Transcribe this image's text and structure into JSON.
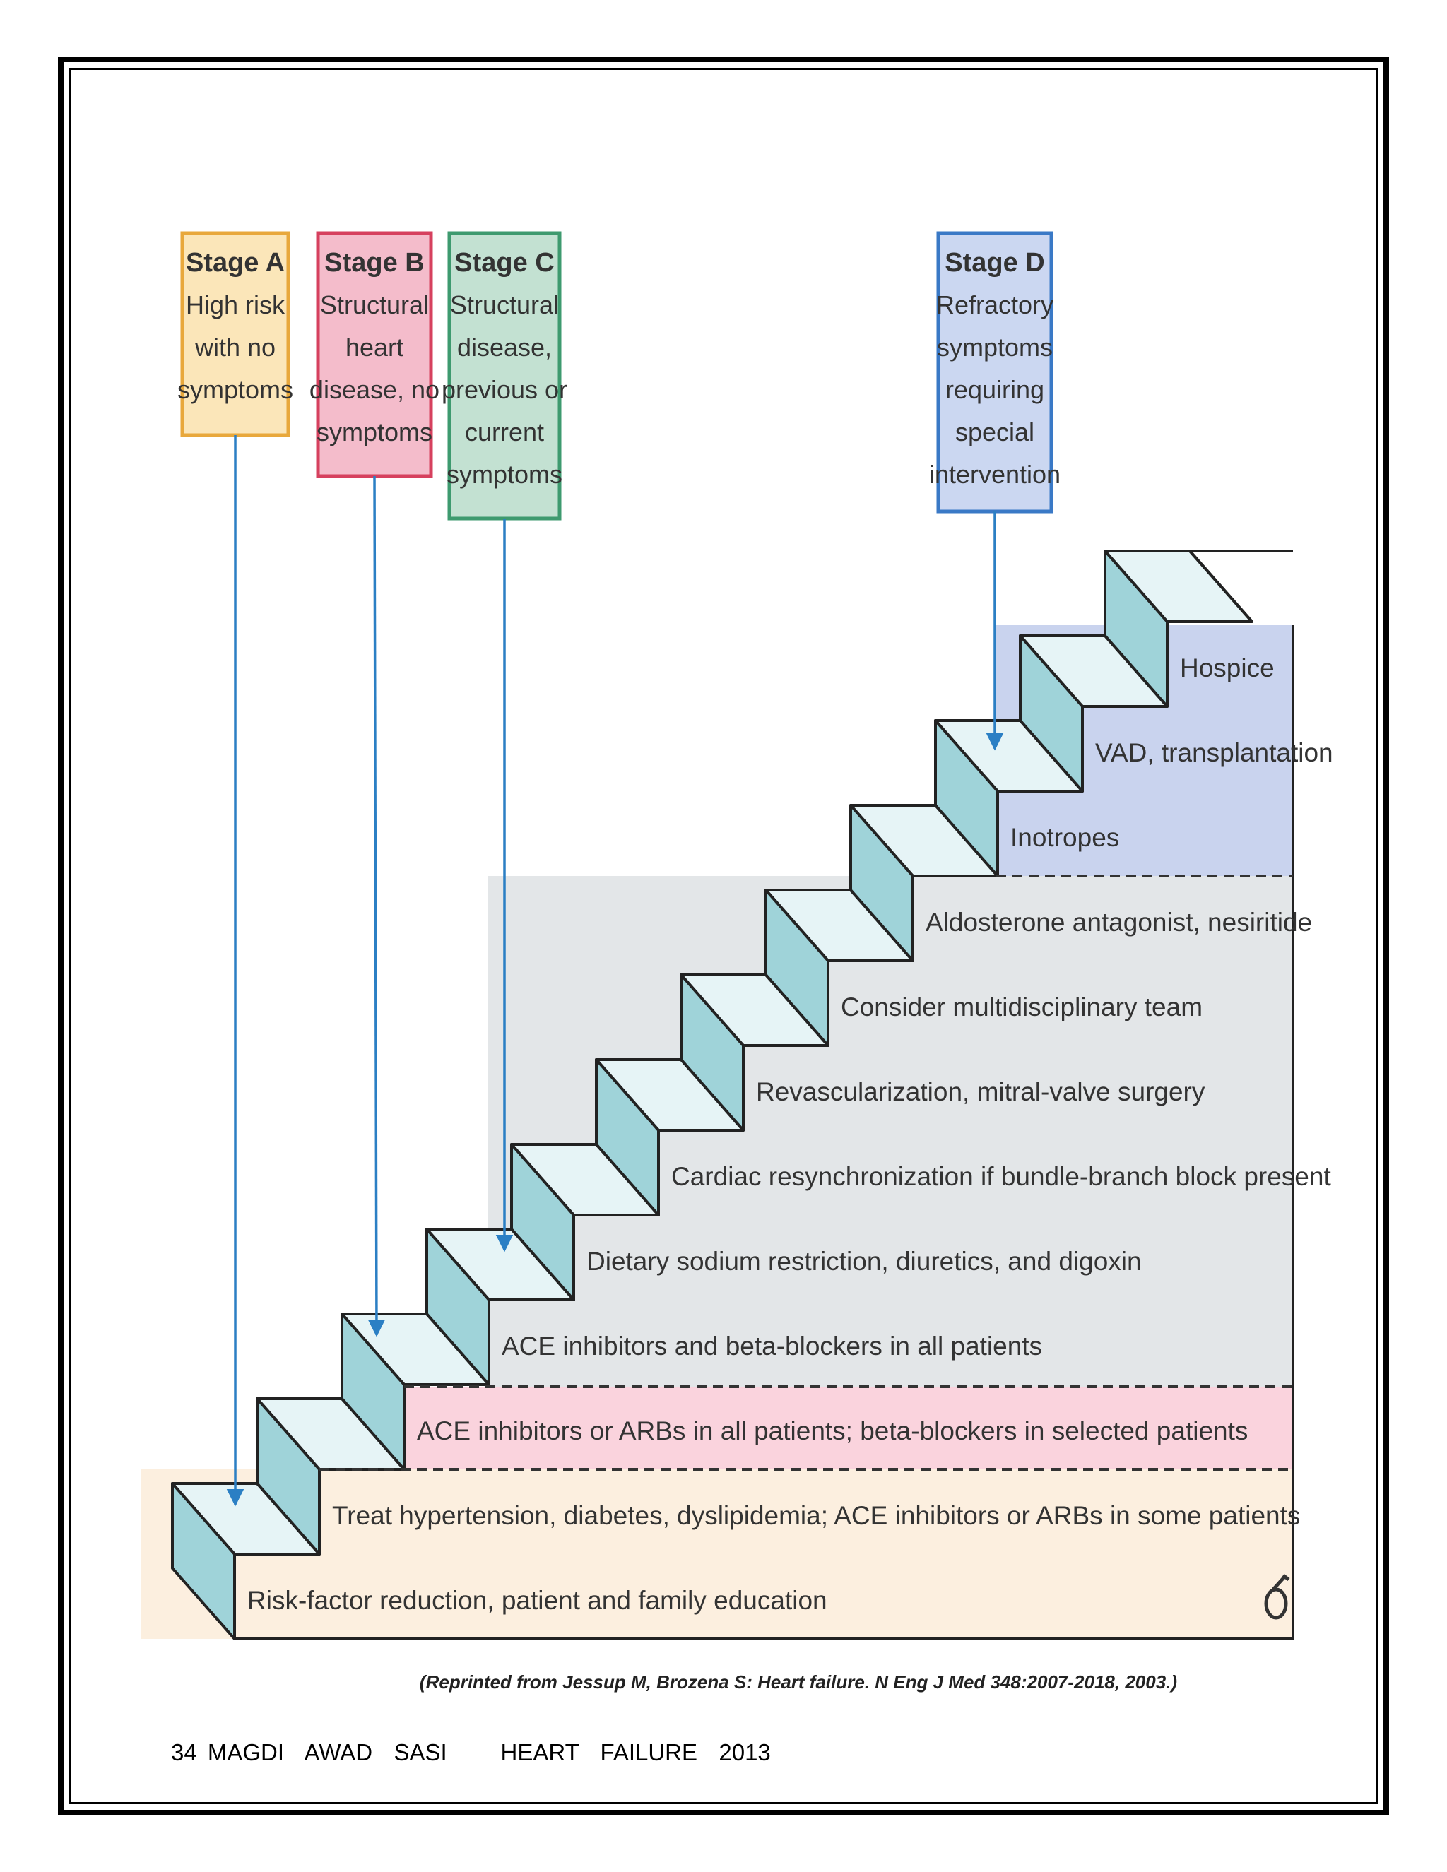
{
  "stages": [
    {
      "id": "A",
      "title": "Stage A",
      "lines": [
        "High risk",
        "with no",
        "symptoms"
      ],
      "border": "#e8a83c",
      "fill": "#fbe6b9"
    },
    {
      "id": "B",
      "title": "Stage B",
      "lines": [
        "Structural",
        "heart",
        "disease, no",
        "symptoms"
      ],
      "border": "#d6405e",
      "fill": "#f4bccb"
    },
    {
      "id": "C",
      "title": "Stage C",
      "lines": [
        "Structural",
        "disease,",
        "previous or",
        "current",
        "symptoms"
      ],
      "border": "#3e9a6f",
      "fill": "#c3e1d2"
    },
    {
      "id": "D",
      "title": "Stage D",
      "lines": [
        "Refractory",
        "symptoms",
        "requiring",
        "special",
        "intervention"
      ],
      "border": "#3a79c6",
      "fill": "#cbd7f1"
    }
  ],
  "treatments": [
    "Risk-factor reduction, patient and family education",
    "Treat hypertension, diabetes, dyslipidemia; ACE inhibitors or ARBs in some patients",
    "ACE inhibitors or ARBs in all patients; beta-blockers in selected patients",
    "ACE inhibitors and beta-blockers in all patients",
    "Dietary sodium restriction, diuretics, and digoxin",
    "Cardiac resynchronization if bundle-branch block present",
    "Revascularization, mitral-valve surgery",
    "Consider multidisciplinary team",
    "Aldosterone antagonist, nesiritide",
    "Inotropes",
    "VAD, transplantation",
    "Hospice"
  ],
  "band_colors": {
    "stage_a": "#fcefdf",
    "stage_b": "#fad3dd",
    "stage_c": "#e3e6e8",
    "stage_d": "#c9d3ee",
    "riser": "#9fd3d9",
    "tread": "#e6f4f6",
    "arrow": "#2b7fc4"
  },
  "citation": "(Reprinted from Jessup M, Brozena S: Heart failure. N Eng J Med 348:2007-2018, 2003.)",
  "footer": "34 MAGDI  AWAD  SASI     HEART  FAILURE  2013"
}
